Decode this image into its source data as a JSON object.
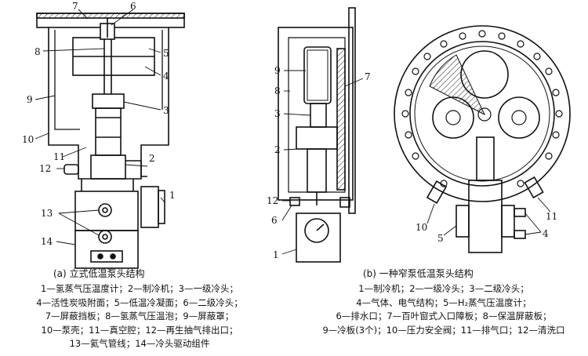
{
  "diagram_a": {
    "caption": "(a) 立式低温泵头结构",
    "callouts": [
      "7",
      "6",
      "8",
      "5",
      "4",
      "3",
      "9",
      "10",
      "11",
      "2",
      "12",
      "1",
      "13",
      "14"
    ],
    "legend": [
      "1—氢蒸气压温度计；2—制冷机；3—一级冷头；",
      "4—活性炭吸附面；5—低温冷凝面；6—二级冷头；",
      "7—屏蔽挡板；8—氢蒸气压温泡；9—屏蔽罩；",
      "10—泵壳；11—真空腔；12—再生抽气排出口；",
      "13—氦气管线；14—冷头驱动组件"
    ]
  },
  "diagram_b": {
    "caption": "(b) 一种窄泵低温泵头结构",
    "callouts": [
      "9",
      "8",
      "3",
      "2",
      "7",
      "12",
      "6",
      "1",
      "10",
      "5",
      "11",
      "4"
    ],
    "legend": [
      "1—制冷机；2—一级冷头；3—二级冷头；",
      "4—气体、电气结构；5—H₂蒸气压温度计；",
      "6—排水口；7—百叶窗式入口障板；8—保温屏蔽板；",
      "9—冷板(3个)；10—压力安全阀；11—排气口；12—清洗口"
    ]
  }
}
